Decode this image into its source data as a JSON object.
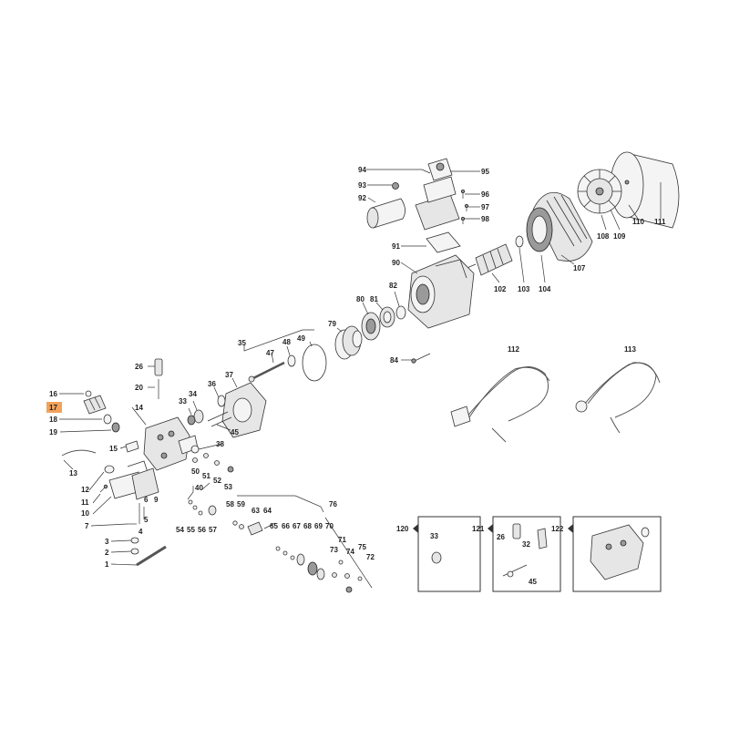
{
  "accent_color": "#f2a25a",
  "highlighted_part": "17",
  "callouts": {
    "c1": "1",
    "c2": "2",
    "c3": "3",
    "c4": "4",
    "c5": "5",
    "c6": "6",
    "c7": "7",
    "c9": "9",
    "c10": "10",
    "c11": "11",
    "c12": "12",
    "c13": "13",
    "c14": "14",
    "c15": "15",
    "c16": "16",
    "c17": "17",
    "c18": "18",
    "c19": "19",
    "c20": "20",
    "c26": "26",
    "c33": "33",
    "c34": "34",
    "c35": "35",
    "c36": "36",
    "c37": "37",
    "c38": "38",
    "c40": "40",
    "c45": "45",
    "c47": "47",
    "c48": "48",
    "c49": "49",
    "c50": "50",
    "c51": "51",
    "c52": "52",
    "c53": "53",
    "c54": "54",
    "c55": "55",
    "c56": "56",
    "c57": "57",
    "c58": "58",
    "c59": "59",
    "c63": "63",
    "c64": "64",
    "c65": "65",
    "c66": "66",
    "c67": "67",
    "c68": "68",
    "c69": "69",
    "c70": "70",
    "c71": "71",
    "c72": "72",
    "c73": "73",
    "c74": "74",
    "c75": "75",
    "c76": "76",
    "c79": "79",
    "c80": "80",
    "c81": "81",
    "c82": "82",
    "c84": "84",
    "c90": "90",
    "c91": "91",
    "c92": "92",
    "c93": "93",
    "c94": "94",
    "c95": "95",
    "c96": "96",
    "c97": "97",
    "c98": "98",
    "c102": "102",
    "c103": "103",
    "c104": "104",
    "c107": "107",
    "c108": "108",
    "c109": "109",
    "c110": "110",
    "c111": "111",
    "c112": "112",
    "c113": "113"
  },
  "kits": {
    "k120": "120",
    "k120_33": "33",
    "k121": "121",
    "k121_26": "26",
    "k121_32": "32",
    "k121_45": "45",
    "k122": "122"
  }
}
